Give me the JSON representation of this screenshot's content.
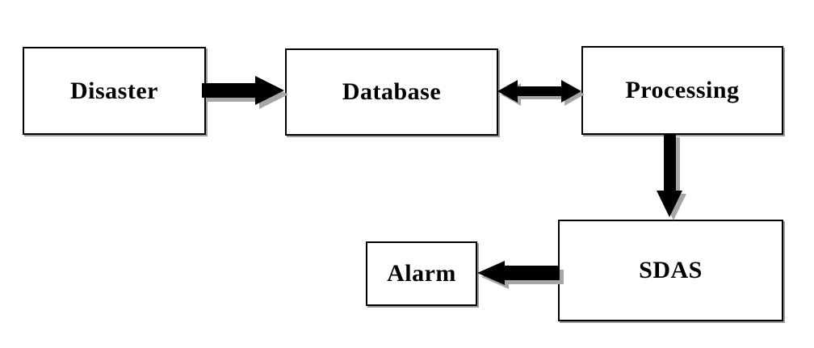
{
  "diagram": {
    "type": "flowchart",
    "background": "#ffffff",
    "nodes": [
      {
        "id": "disaster",
        "label": "Disaster"
      },
      {
        "id": "database",
        "label": "Database"
      },
      {
        "id": "processing",
        "label": "Processing"
      },
      {
        "id": "sdas",
        "label": "SDAS"
      },
      {
        "id": "alarm",
        "label": "Alarm"
      }
    ],
    "edges": [
      {
        "from": "Disaster",
        "to": "Database",
        "direction": "one-way",
        "arrow": "right"
      },
      {
        "from": "Database",
        "to": "Processing",
        "direction": "two-way",
        "arrow": "both"
      },
      {
        "from": "Processing",
        "to": "SDAS",
        "direction": "one-way",
        "arrow": "down"
      },
      {
        "from": "SDAS",
        "to": "Alarm",
        "direction": "one-way",
        "arrow": "left"
      }
    ],
    "colors": {
      "box_fill": "#ffffff",
      "box_border": "#000000",
      "text": "#000000",
      "arrow": "#000000",
      "arrow_shadow": "#a6a6a6"
    }
  }
}
